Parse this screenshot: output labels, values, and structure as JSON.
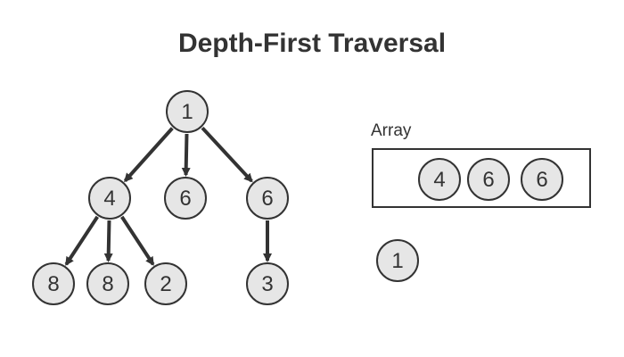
{
  "title": "Depth-First Traversal",
  "tree": {
    "nodes": [
      {
        "id": "root",
        "label": "1"
      },
      {
        "id": "a",
        "label": "4"
      },
      {
        "id": "b",
        "label": "6"
      },
      {
        "id": "c",
        "label": "6"
      },
      {
        "id": "d",
        "label": "8"
      },
      {
        "id": "e",
        "label": "8"
      },
      {
        "id": "f",
        "label": "2"
      },
      {
        "id": "g",
        "label": "3"
      }
    ],
    "edges": [
      {
        "from": "root",
        "to": "a"
      },
      {
        "from": "root",
        "to": "b"
      },
      {
        "from": "root",
        "to": "c"
      },
      {
        "from": "a",
        "to": "d"
      },
      {
        "from": "a",
        "to": "e"
      },
      {
        "from": "a",
        "to": "f"
      },
      {
        "from": "c",
        "to": "g"
      }
    ]
  },
  "array": {
    "label": "Array",
    "items": [
      "4",
      "6",
      "6"
    ]
  },
  "current": {
    "label": "1"
  },
  "colors": {
    "node_fill": "#e6e6e6",
    "stroke": "#333333",
    "text": "#333333"
  }
}
